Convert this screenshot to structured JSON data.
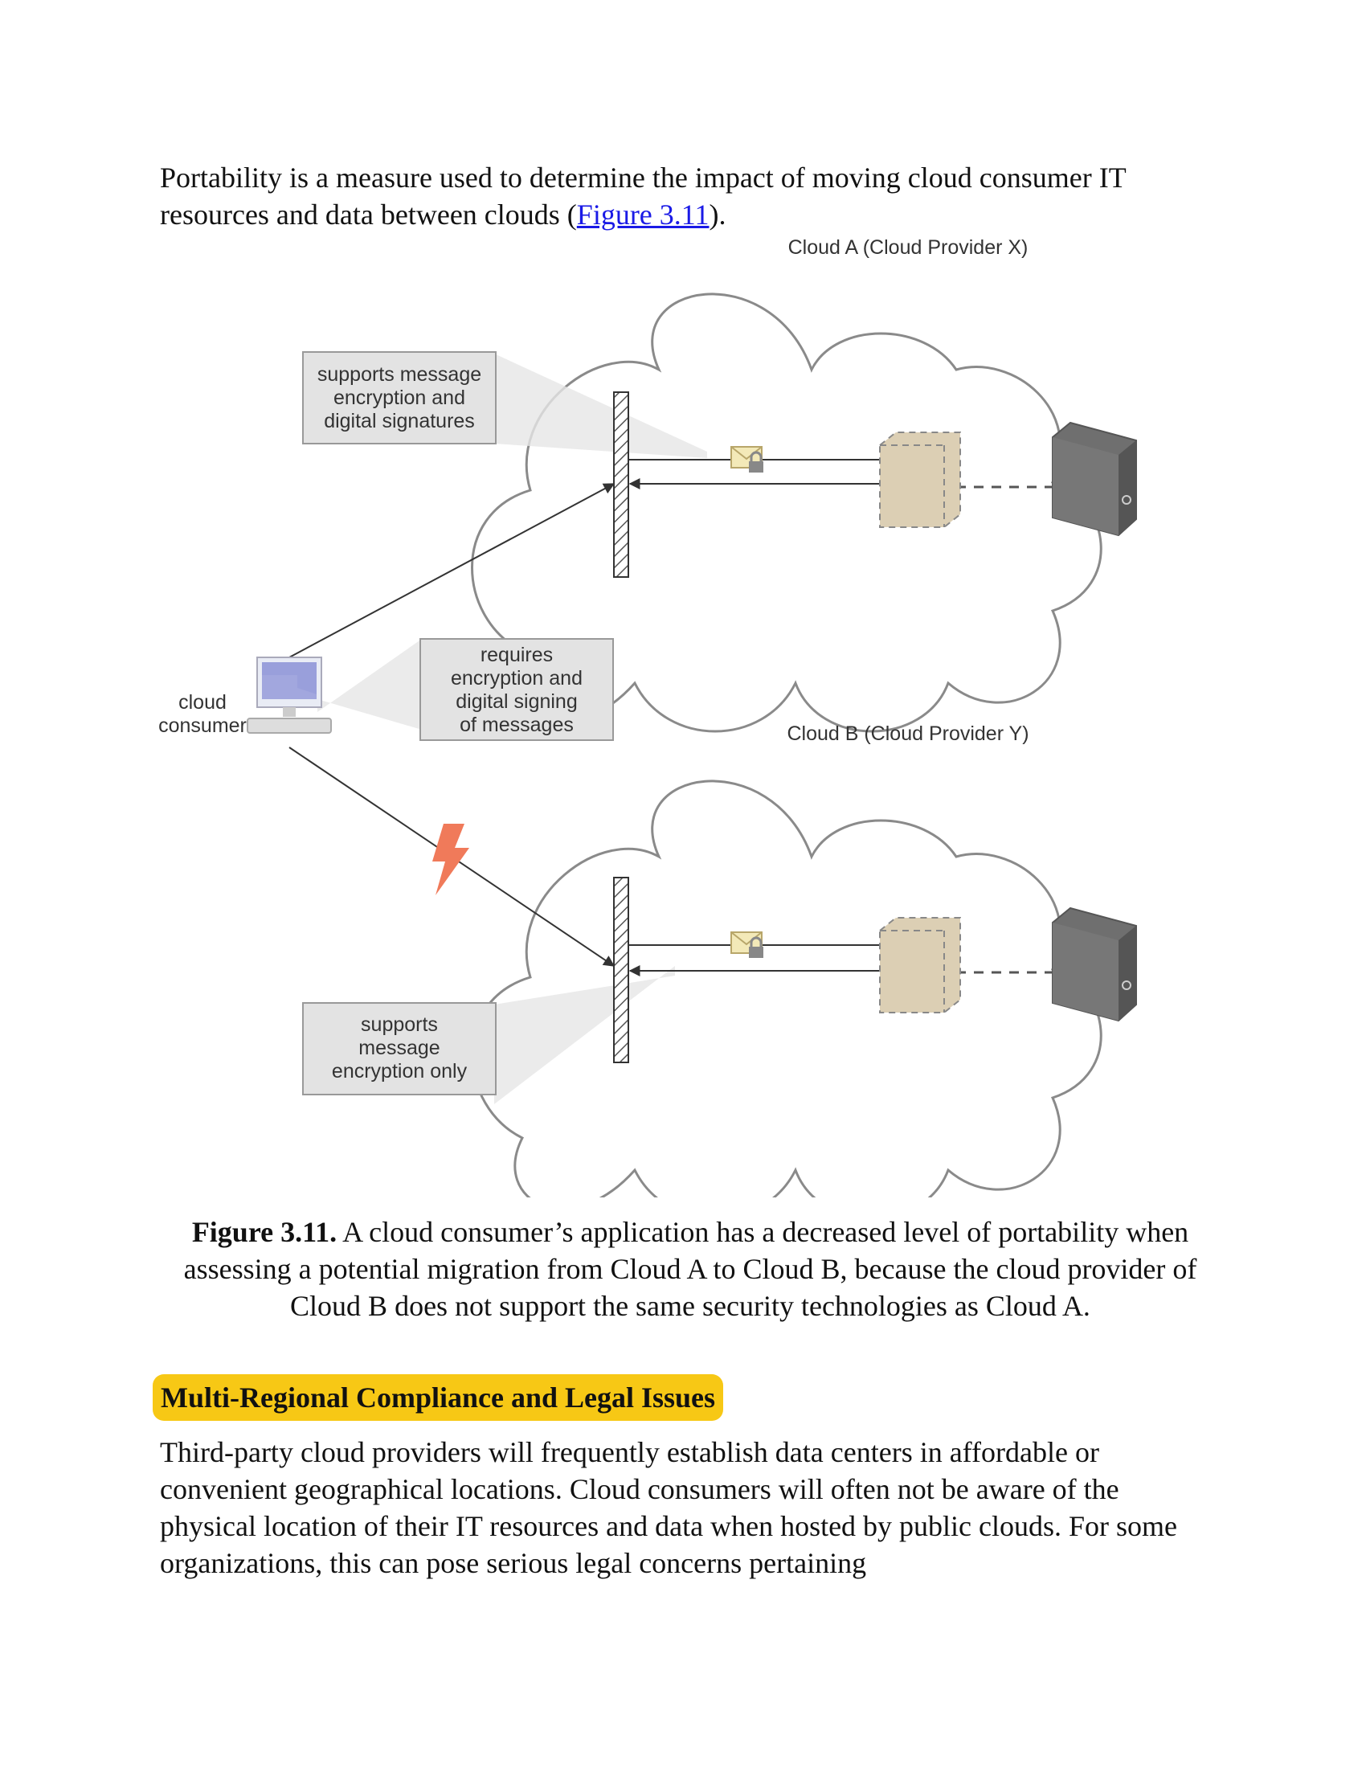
{
  "intro": {
    "text_before": "Portability is a measure used to determine the impact of moving cloud consumer IT resources and data between clouds (",
    "link": "Figure 3.11",
    "text_after": ")."
  },
  "diagram": {
    "cloud_a_title": "Cloud A (Cloud Provider X)",
    "cloud_b_title": "Cloud B (Cloud Provider Y)",
    "consumer_label": [
      "cloud",
      "consumer"
    ],
    "box_top": [
      "supports message",
      "encryption and",
      "digital signatures"
    ],
    "box_middle": [
      "requires",
      "encryption and",
      "digital signing",
      "of messages"
    ],
    "box_bottom": [
      "supports",
      "message",
      "encryption only"
    ]
  },
  "caption": {
    "label": "Figure 3.11.",
    "text": " A cloud consumer’s application has a decreased level of portability when assessing a potential migration from Cloud A to Cloud B, because the cloud provider of Cloud B does not support the same security technologies as Cloud A."
  },
  "section": {
    "heading": "Multi-Regional Compliance and Legal Issues",
    "body": "Third-party cloud providers will frequently establish data centers in affordable or convenient geographical locations. Cloud consumers will often not be aware of the physical location of their IT resources and data when hosted by public clouds. For some organizations, this can pose serious legal concerns pertaining"
  }
}
